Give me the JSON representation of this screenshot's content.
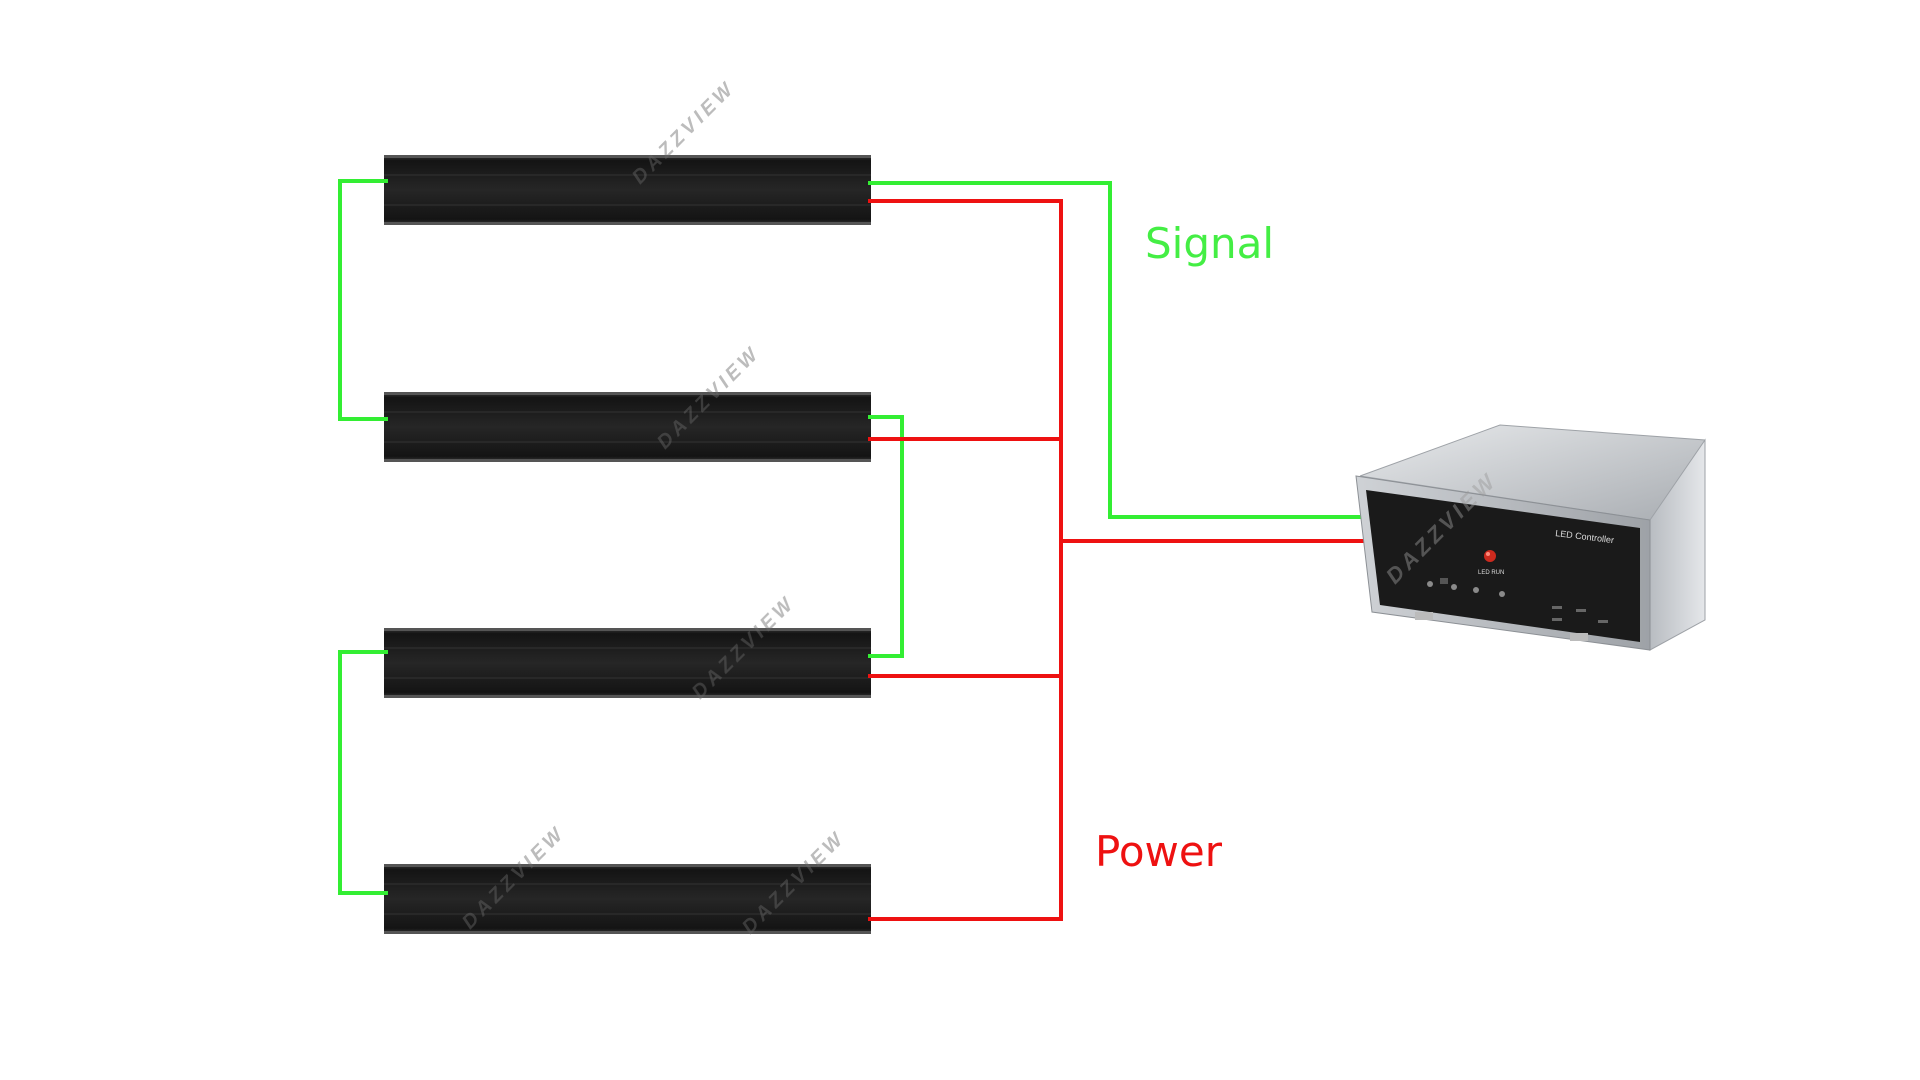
{
  "labels": {
    "signal": "Signal",
    "power": "Power"
  },
  "controller": {
    "title": "LED Controller",
    "led_label": "LED RUN"
  },
  "watermark": "DAZZVIEW",
  "colors": {
    "signal": "#33ee33",
    "power": "#ee1111",
    "bar": "#1c1c1c",
    "controller_front": "#1a1a1a",
    "controller_case": "#c9ccd0"
  }
}
